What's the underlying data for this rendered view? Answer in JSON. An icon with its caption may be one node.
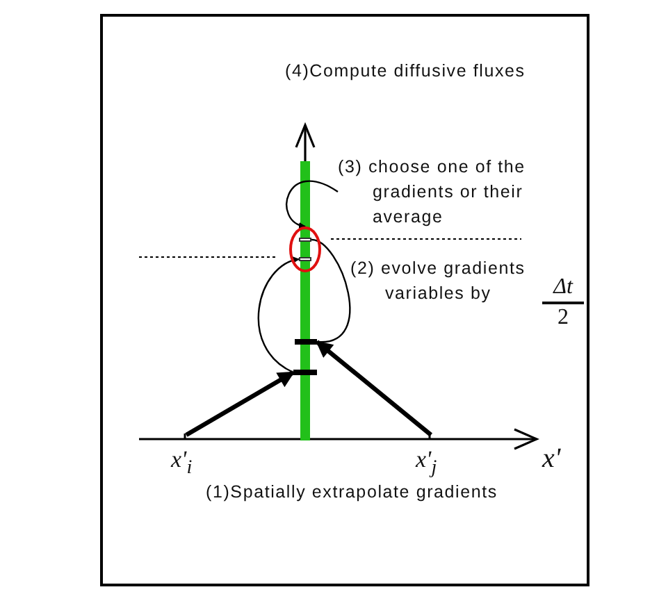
{
  "diagram": {
    "nodes": [
      {
        "text": [
          "x'$_{i}$"
        ]
      },
      {
        "text": [
          "x'$_{j}$"
        ]
      },
      {
        "text": [],
        "shape": "bar"
      },
      {
        "text": [],
        "shape": "bar"
      },
      {
        "text": [],
        "shape": "circle"
      },
      {
        "text": [],
        "shape": "bar",
        "in": 4
      },
      {
        "text": [],
        "shape": "bar",
        "in": 4
      },
      {
        "text": [
          "(3) choose one of the gradients or their average"
        ]
      }
    ],
    "edges": [
      {
        "from": 0,
        "to": 3,
        "arrow": "to",
        "style": "thick"
      },
      {
        "from": 1,
        "to": 2,
        "arrow": "to",
        "style": "thick"
      },
      {
        "from": 3,
        "to": 6,
        "arrow": "to"
      },
      {
        "from": 2,
        "to": 5,
        "arrow": "none"
      },
      {
        "from": 7,
        "to": 4,
        "arrow": "to"
      }
    ],
    "labels": [
      "(4)Compute diffusive fluxes",
      "(2) evolve gradients variables by",
      "Δt",
      "2",
      "x'",
      "(1)Spatially extrapolate gradients"
    ]
  }
}
